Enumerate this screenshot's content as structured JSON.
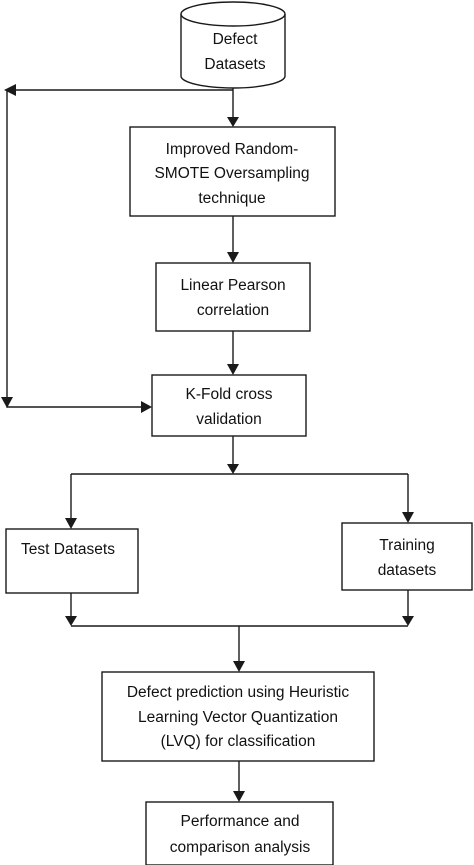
{
  "nodes": {
    "defect_datasets": [
      "Defect",
      "Datasets"
    ],
    "oversampling": [
      "Improved Random-",
      "SMOTE Oversampling",
      "technique"
    ],
    "pearson": [
      "Linear Pearson",
      "correlation"
    ],
    "kfold": [
      "K-Fold cross",
      "validation"
    ],
    "test": [
      "Test Datasets"
    ],
    "training": [
      "Training",
      "datasets"
    ],
    "lvq": [
      "Defect prediction using Heuristic",
      "Learning Vector Quantization",
      "(LVQ) for classification"
    ],
    "performance": [
      "Performance and",
      "comparison analysis"
    ]
  },
  "colors": {
    "stroke": "#1a1a1a",
    "text": "#111111",
    "background": "#ffffff"
  }
}
